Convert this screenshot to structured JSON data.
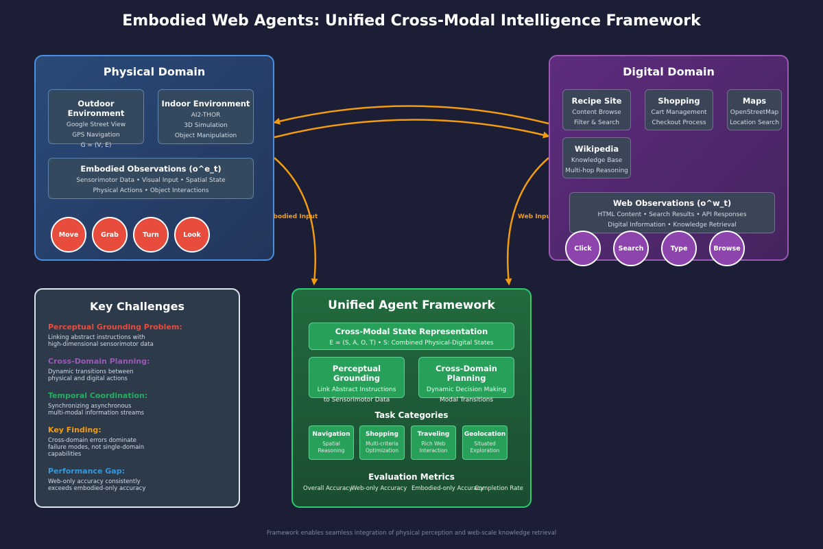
{
  "title": "Embodied Web Agents: Unified Cross-Modal Intelligence Framework",
  "physical": {
    "title": "Physical Domain",
    "outdoor": {
      "title": "Outdoor Environment",
      "lines": [
        "Google Street View",
        "GPS Navigation",
        "G = (V, E)"
      ]
    },
    "indoor": {
      "title": "Indoor Environment",
      "lines": [
        "AI2-THOR",
        "3D Simulation",
        "Object Manipulation"
      ]
    },
    "observations": {
      "title": "Embodied Observations (o^e_t)",
      "lines": [
        "Sensorimotor Data • Visual Input • Spatial State",
        "Physical Actions • Object Interactions"
      ]
    },
    "actions": [
      "Move",
      "Grab",
      "Turn",
      "Look"
    ]
  },
  "digital": {
    "title": "Digital Domain",
    "recipe": {
      "title": "Recipe Site",
      "lines": [
        "Content Browse",
        "Filter & Search"
      ]
    },
    "shopping": {
      "title": "Shopping",
      "lines": [
        "Cart Management",
        "Checkout Process"
      ]
    },
    "maps": {
      "title": "Maps",
      "lines": [
        "OpenStreetMap",
        "Location Search"
      ]
    },
    "wikipedia": {
      "title": "Wikipedia",
      "lines": [
        "Knowledge Base",
        "Multi-hop Reasoning"
      ]
    },
    "observations": {
      "title": "Web Observations (o^w_t)",
      "lines": [
        "HTML Content • Search Results • API Responses",
        "Digital Information • Knowledge Retrieval"
      ]
    },
    "actions": [
      "Click",
      "Search",
      "Type",
      "Browse"
    ]
  },
  "arrows": {
    "embodied_input": "Embodied Input",
    "web_input": "Web Input"
  },
  "challenges": {
    "title": "Key Challenges",
    "items": [
      {
        "heading": "Perceptual Grounding Problem:",
        "color": "#e74c3c",
        "lines": [
          "Linking abstract instructions with",
          "high-dimensional sensorimotor data"
        ]
      },
      {
        "heading": "Cross-Domain Planning:",
        "color": "#9b59b6",
        "lines": [
          "Dynamic transitions between",
          "physical and digital actions"
        ]
      },
      {
        "heading": "Temporal Coordination:",
        "color": "#27ae60",
        "lines": [
          "Synchronizing asynchronous",
          "multi-modal information streams"
        ]
      },
      {
        "heading": "Key Finding:",
        "color": "#f39c12",
        "lines": [
          "Cross-domain errors dominate",
          "failure modes, not single-domain",
          "capabilities"
        ]
      },
      {
        "heading": "Performance Gap:",
        "color": "#3498db",
        "lines": [
          "Web-only accuracy consistently",
          "exceeds embodied-only accuracy"
        ]
      }
    ]
  },
  "unified": {
    "title": "Unified Agent Framework",
    "state": {
      "title": "Cross-Modal State Representation",
      "lines": [
        "E = (S, A, O, T) • S: Combined Physical-Digital States"
      ]
    },
    "grounding": {
      "title": "Perceptual Grounding",
      "lines": [
        "Link Abstract Instructions",
        "to Sensorimotor Data"
      ]
    },
    "planning": {
      "title": "Cross-Domain Planning",
      "lines": [
        "Dynamic Decision Making",
        "Modal Transitions"
      ]
    },
    "task_title": "Task Categories",
    "tasks": [
      {
        "title": "Navigation",
        "lines": [
          "Spatial",
          "Reasoning"
        ]
      },
      {
        "title": "Shopping",
        "lines": [
          "Multi-criteria",
          "Optimization"
        ]
      },
      {
        "title": "Traveling",
        "lines": [
          "Rich Web",
          "Interaction"
        ]
      },
      {
        "title": "Geolocation",
        "lines": [
          "Situated",
          "Exploration"
        ]
      }
    ],
    "metrics_title": "Evaluation Metrics",
    "metrics": [
      "Overall Accuracy",
      "Web-only Accuracy",
      "Embodied-only Accuracy",
      "Completion Rate"
    ]
  },
  "footer": "Framework enables seamless integration of physical perception and web-scale knowledge retrieval",
  "colors": {
    "accent_orange": "#f39c12",
    "physical_border": "#4a90e2",
    "digital_border": "#9b59b6",
    "unified_border": "#2ecc71"
  }
}
